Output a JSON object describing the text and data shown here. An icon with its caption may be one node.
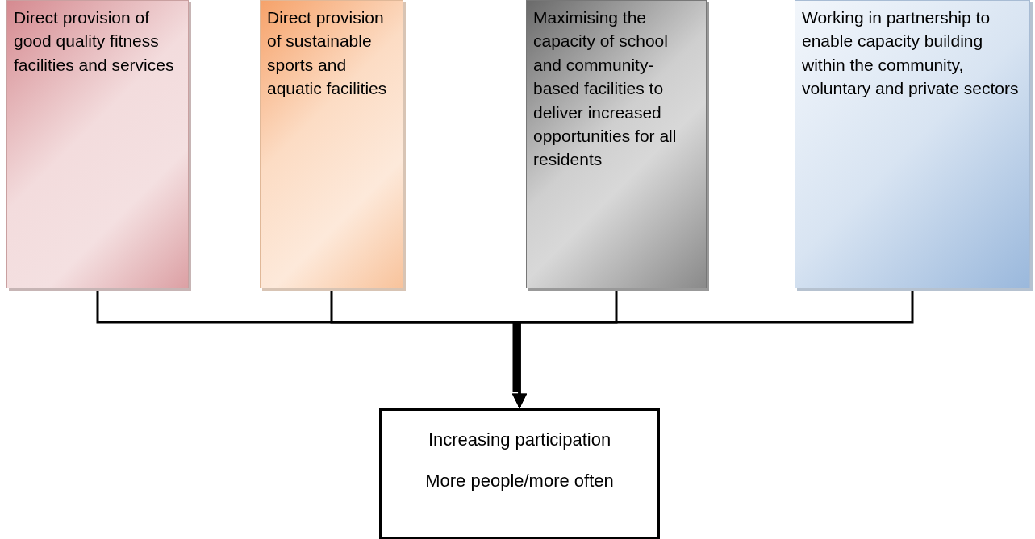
{
  "diagram": {
    "nodes": [
      {
        "text": [
          "Direct provision of good quality fitness facilities and services"
        ]
      },
      {
        "text": [
          "Direct provision of sustainable sports and aquatic facilities"
        ]
      },
      {
        "text": [
          "Maximising the capacity of school and community-based facilities to deliver increased opportunities for all residents"
        ]
      },
      {
        "text": [
          "Working in partnership to enable capacity building within the community, voluntary and private sectors"
        ]
      },
      {
        "text": [
          "Increasing participation",
          "More people/more often"
        ]
      }
    ],
    "edges": [
      {
        "from": 0,
        "to": 4,
        "arrow": "to"
      },
      {
        "from": 1,
        "to": 4,
        "arrow": "to"
      },
      {
        "from": 2,
        "to": 4,
        "arrow": "to"
      },
      {
        "from": 3,
        "to": 4,
        "arrow": "to"
      }
    ]
  }
}
